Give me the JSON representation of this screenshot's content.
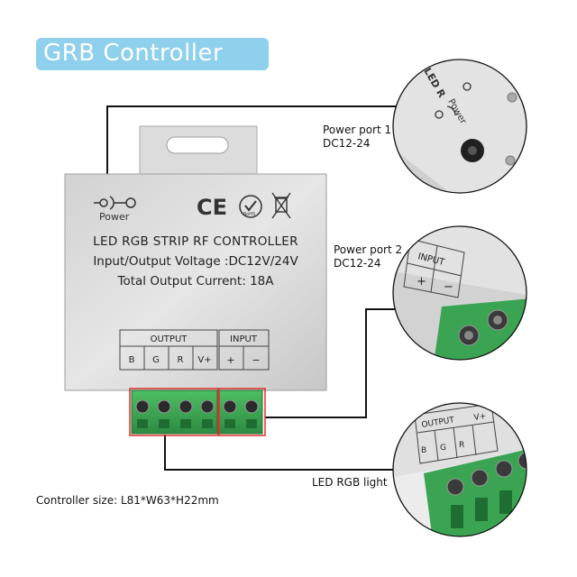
{
  "title": "GRB Controller",
  "callouts": {
    "power_port_1": {
      "name": "Power port 1",
      "spec": "DC12-24"
    },
    "power_port_2": {
      "name": "Power port 2",
      "spec": "DC12-24"
    },
    "led_light": {
      "name": "LED RGB light"
    }
  },
  "controller_size": "Controller size: L81*W63*H22mm",
  "device": {
    "power_label": "Power",
    "ce_mark": "CE",
    "rohs_mark": "RoHS",
    "line1": "LED RGB STRIP RF CONTROLLER",
    "line2": "Input/Output Voltage :DC12V/24V",
    "line3": "Total Output Current: 18A",
    "output_header": "OUTPUT",
    "input_header": "INPUT",
    "output_pins": [
      "B",
      "G",
      "R",
      "V+"
    ],
    "input_pins": [
      "+",
      "−"
    ]
  },
  "detail_power": {
    "label": "Power",
    "partial_text": "LED R"
  },
  "detail_input": {
    "header": "INPUT",
    "pins": [
      "+",
      "−"
    ]
  },
  "detail_output": {
    "header": "OUTPUT",
    "pins": [
      "B",
      "G",
      "R",
      "V+"
    ]
  },
  "colors": {
    "banner": "#8fd0ec",
    "housing": "#d9d9d9",
    "terminal_green": "#3aa453",
    "highlight_red": "#e0312c",
    "line": "#111111"
  }
}
